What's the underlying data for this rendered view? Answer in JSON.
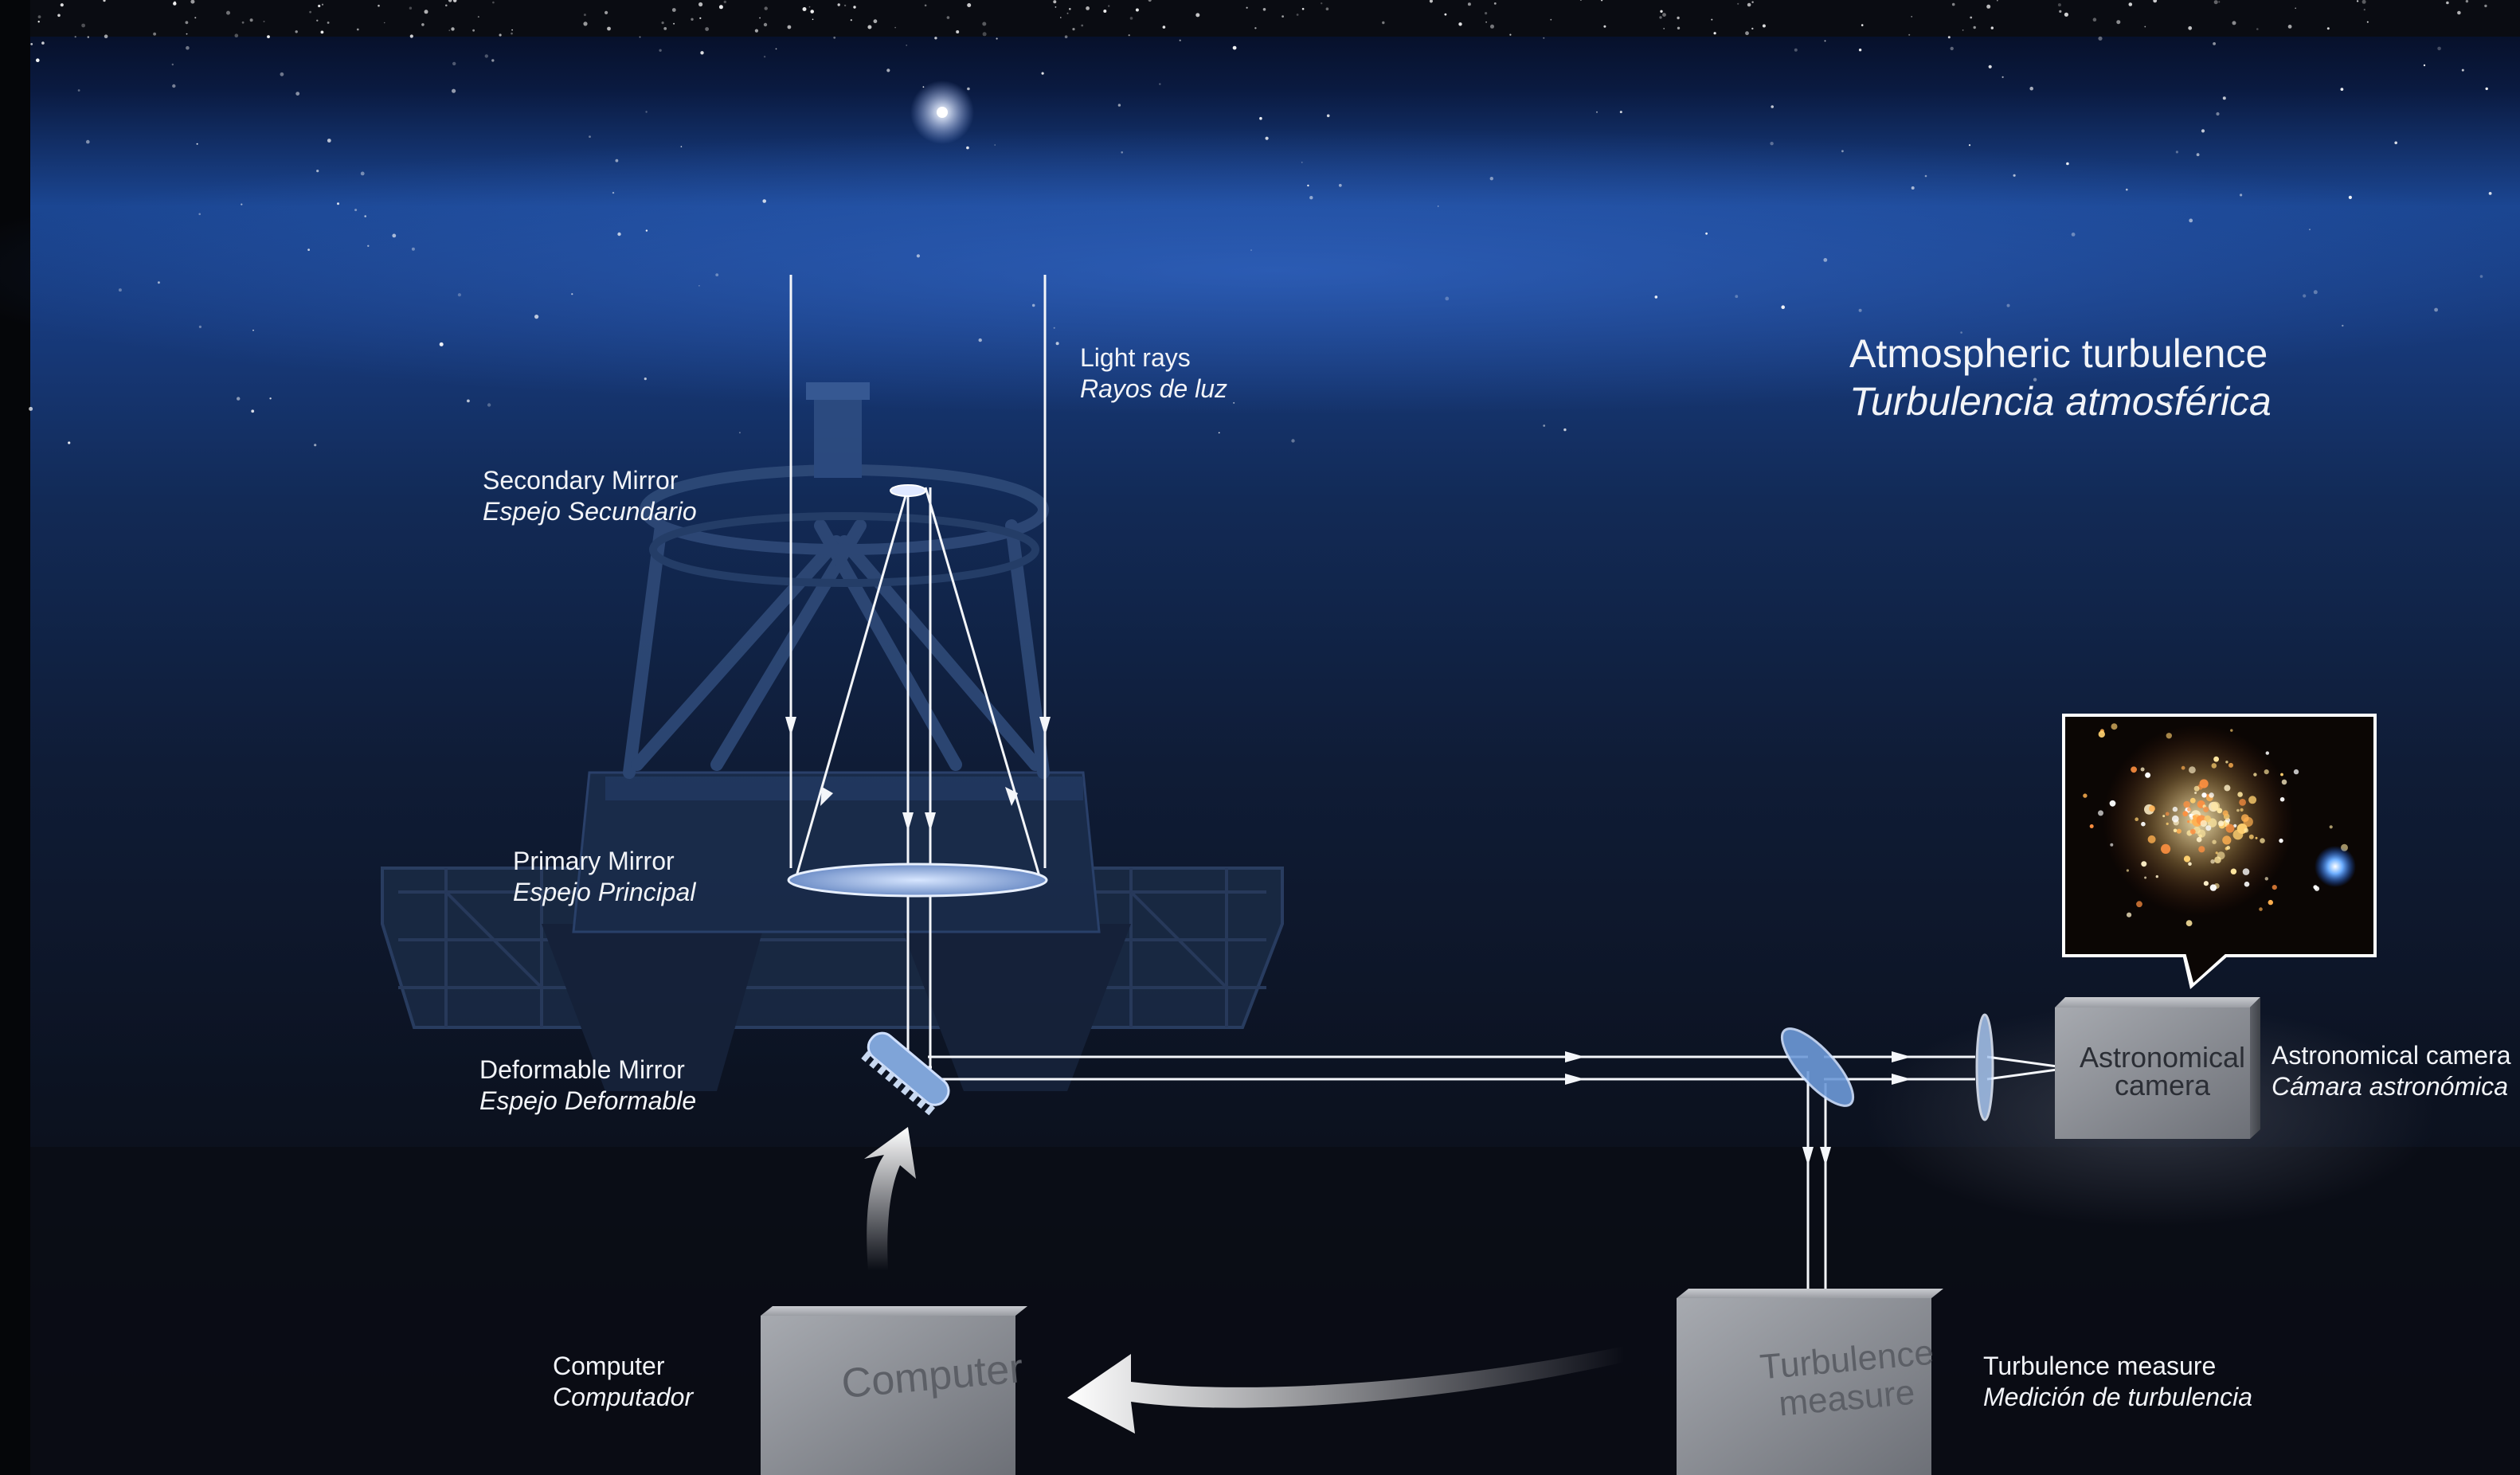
{
  "labels": {
    "light_rays": {
      "en": "Light rays",
      "es": "Rayos de luz"
    },
    "atmospheric_turbulence": {
      "en": "Atmospheric  turbulence",
      "es": "Turbulencia atmosférica"
    },
    "secondary_mirror": {
      "en": "Secondary Mirror",
      "es": "Espejo Secundario"
    },
    "primary_mirror": {
      "en": "Primary Mirror",
      "es": "Espejo Principal"
    },
    "deformable_mirror": {
      "en": "Deformable Mirror",
      "es": "Espejo Deformable"
    },
    "astronomical_camera": {
      "en": "Astronomical camera",
      "es": "Cámara astronómica"
    },
    "computer": {
      "en": "Computer",
      "es": "Computador"
    },
    "turbulence_measure": {
      "en": "Turbulence measure",
      "es": "Medición de turbulencia"
    }
  },
  "boxes": {
    "computer": {
      "text": "Computer"
    },
    "turbulence": {
      "line1": "Turbulence",
      "line2": "measure"
    },
    "camera": {
      "line1": "Astronomical",
      "line2": "camera"
    }
  },
  "colors": {
    "sky_top": "#061026",
    "sky_band": "#1e4a9a",
    "ground": "#0b0f19",
    "beam": "#f4f6fa",
    "box": "#8d9097",
    "label": "#f2f4f8"
  }
}
